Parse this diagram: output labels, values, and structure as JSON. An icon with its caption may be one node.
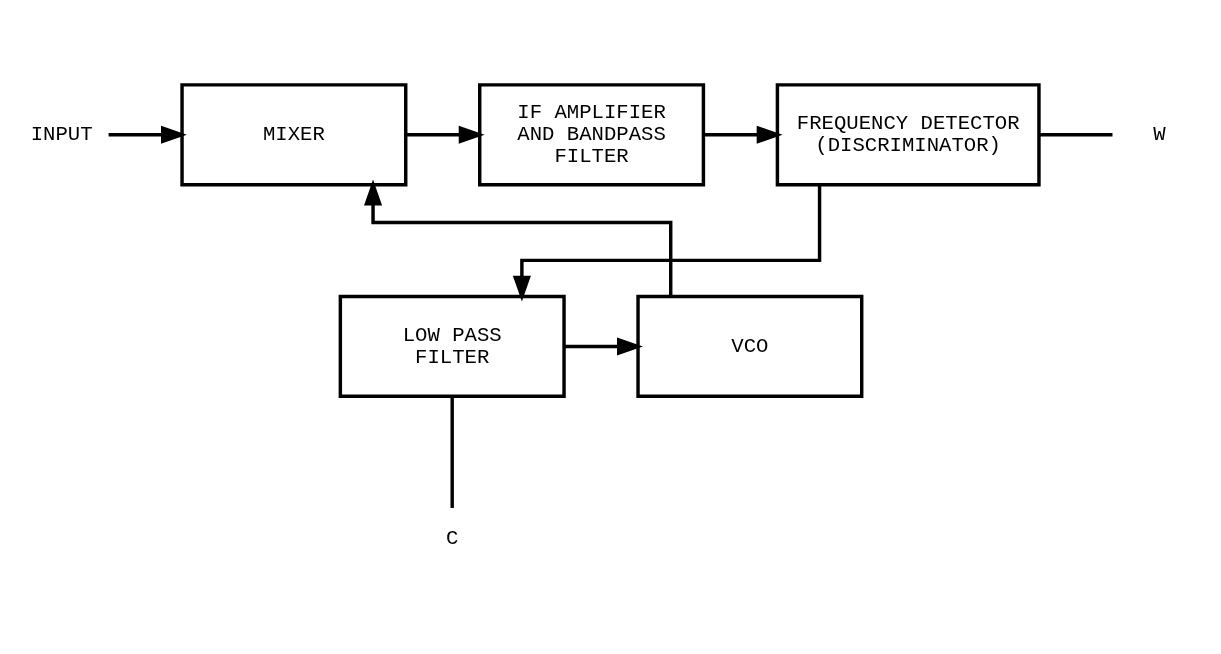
{
  "diagram": {
    "nodes": [
      {
        "text": [
          "INPUT"
        ]
      },
      {
        "text": [
          "MIXER"
        ]
      },
      {
        "text": [
          "IF AMPLIFIER AND BANDPASS FILTER"
        ]
      },
      {
        "text": [
          "FREQUENCY DETECTOR (DISCRIMINATOR)"
        ]
      },
      {
        "text": [
          "W"
        ]
      },
      {
        "text": [
          "LOW PASS FILTER"
        ]
      },
      {
        "text": [
          "VCO"
        ]
      },
      {
        "text": [
          "C"
        ]
      }
    ],
    "edges": [
      {
        "from": 0,
        "to": 1,
        "arrow": "to"
      },
      {
        "from": 1,
        "to": 2,
        "arrow": "to"
      },
      {
        "from": 2,
        "to": 3,
        "arrow": "to"
      },
      {
        "from": 3,
        "to": 4,
        "arrow": "none"
      },
      {
        "from": 3,
        "to": 5,
        "arrow": "to"
      },
      {
        "from": 5,
        "to": 6,
        "arrow": "to"
      },
      {
        "from": 6,
        "to": 1,
        "arrow": "to"
      },
      {
        "from": 5,
        "to": 7,
        "arrow": "none"
      }
    ]
  }
}
